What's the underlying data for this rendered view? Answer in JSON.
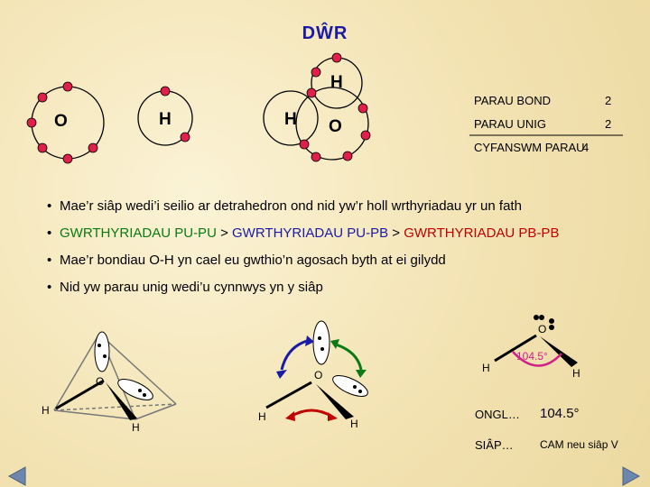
{
  "title": "DŴR",
  "atoms": {
    "o_left": "O",
    "h_left": "H",
    "h_mid": "H",
    "o_mid": "O",
    "h_top": "H"
  },
  "bond_table": [
    {
      "label": "PARAU BOND",
      "value": "2"
    },
    {
      "label": "PARAU UNIG",
      "value": "2"
    },
    {
      "label": "CYFANSWM PARAU",
      "value": "4"
    }
  ],
  "bullets": {
    "b1": "Mae’r siâp wedi’i seilio ar detrahedron ond nid yw’r holl wrthyriadau yr un fath",
    "b2_part1": "GWRTHYRIADAU PU-PU",
    "b2_sep1": " > ",
    "b2_part2": "GWRTHYRIADAU PU-PB",
    "b2_sep2": " > ",
    "b2_part3": "GWRTHYRIADAU PB-PB",
    "b3": "Mae’r bondiau O-H yn cael eu gwthio’n agosach byth at ei gilydd",
    "b4": "Nid yw parau unig wedi’u cynnwys yn y siâp"
  },
  "diagram_labels": {
    "tetra_o": "O",
    "tetra_h1": "H",
    "tetra_h2": "H",
    "rep_o": "O",
    "rep_h1": "H",
    "rep_h2": "H",
    "bent_o": "O",
    "bent_h1": "H",
    "bent_h2": "H",
    "bent_angle": "104.5°"
  },
  "properties": {
    "angle_label": "ONGL…",
    "angle_value": "104.5°",
    "shape_label": "SIÂP…",
    "shape_value": "CAM neu siâp V"
  },
  "colors": {
    "title": "#1a1aa6",
    "blue": "#1a1aa6",
    "green": "#0a7a12",
    "red": "#c00000",
    "electron": "#e0204a",
    "angle_arc": "#d0208a"
  }
}
